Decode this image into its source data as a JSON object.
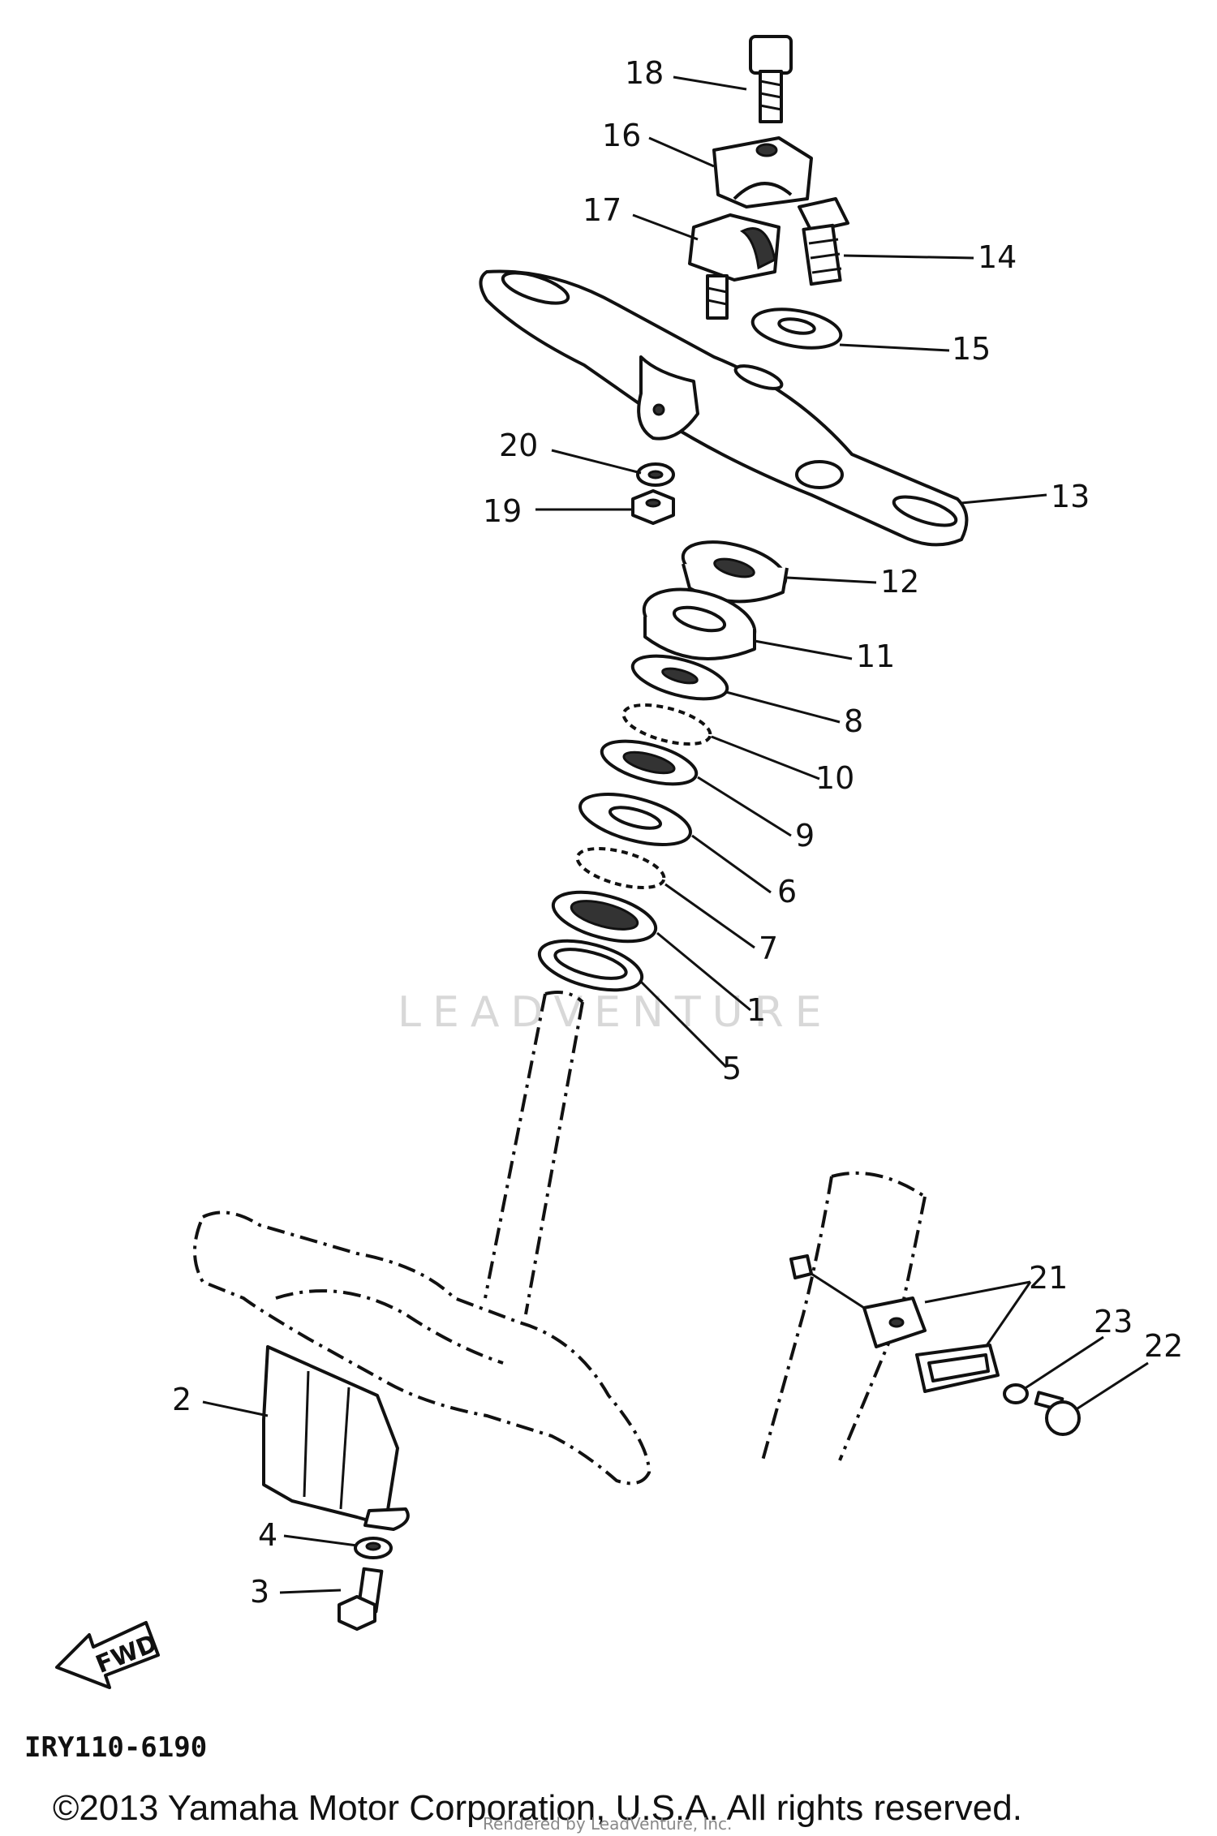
{
  "diagram": {
    "drawing_code": "IRY110-6190",
    "copyright": "©2013 Yamaha Motor Corporation, U.S.A. All rights reserved.",
    "watermark": "LEADVENTURE",
    "watermark_footer": "Rendered by LeadVenture, Inc.",
    "direction_arrow_label": "FWD",
    "callouts": {
      "c18": "18",
      "c16": "16",
      "c17": "17",
      "c14": "14",
      "c15": "15",
      "c20": "20",
      "c19": "19",
      "c13": "13",
      "c12": "12",
      "c11": "11",
      "c8": "8",
      "c10": "10",
      "c9": "9",
      "c6": "6",
      "c7": "7",
      "c1": "1",
      "c5": "5",
      "c2": "2",
      "c4": "4",
      "c3": "3",
      "c21": "21",
      "c23": "23",
      "c22": "22"
    }
  }
}
